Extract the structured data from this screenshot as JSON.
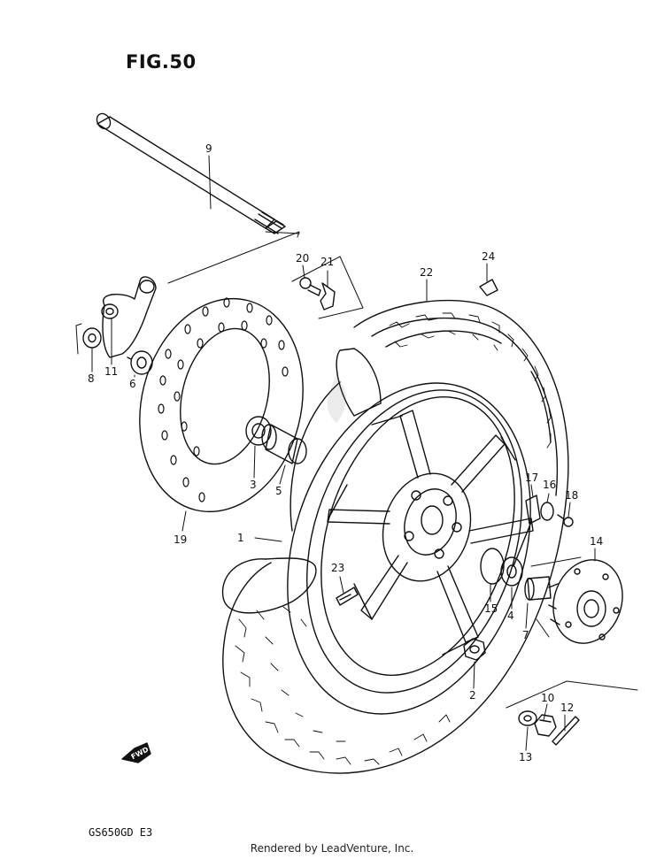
{
  "figure_title": "FIG.50",
  "model_code": "GS650GD  E3",
  "credit": "Rendered by LeadVenture, Inc.",
  "fwd_label": "FWD",
  "callouts": [
    {
      "id": "c1",
      "label": "1"
    },
    {
      "id": "c2",
      "label": "2"
    },
    {
      "id": "c3",
      "label": "3"
    },
    {
      "id": "c4",
      "label": "4"
    },
    {
      "id": "c5",
      "label": "5"
    },
    {
      "id": "c6",
      "label": "6"
    },
    {
      "id": "c7",
      "label": "7"
    },
    {
      "id": "c8",
      "label": "8"
    },
    {
      "id": "c9",
      "label": "9"
    },
    {
      "id": "c10",
      "label": "10"
    },
    {
      "id": "c11",
      "label": "11"
    },
    {
      "id": "c12",
      "label": "12"
    },
    {
      "id": "c13",
      "label": "13"
    },
    {
      "id": "c14",
      "label": "14"
    },
    {
      "id": "c15",
      "label": "15"
    },
    {
      "id": "c16",
      "label": "16"
    },
    {
      "id": "c17",
      "label": "17"
    },
    {
      "id": "c18",
      "label": "18"
    },
    {
      "id": "c19",
      "label": "19"
    },
    {
      "id": "c20",
      "label": "20"
    },
    {
      "id": "c21",
      "label": "21"
    },
    {
      "id": "c22",
      "label": "22"
    },
    {
      "id": "c23",
      "label": "23"
    },
    {
      "id": "c24",
      "label": "24"
    }
  ],
  "colors": {
    "ink": "#111111",
    "paper": "#ffffff"
  }
}
